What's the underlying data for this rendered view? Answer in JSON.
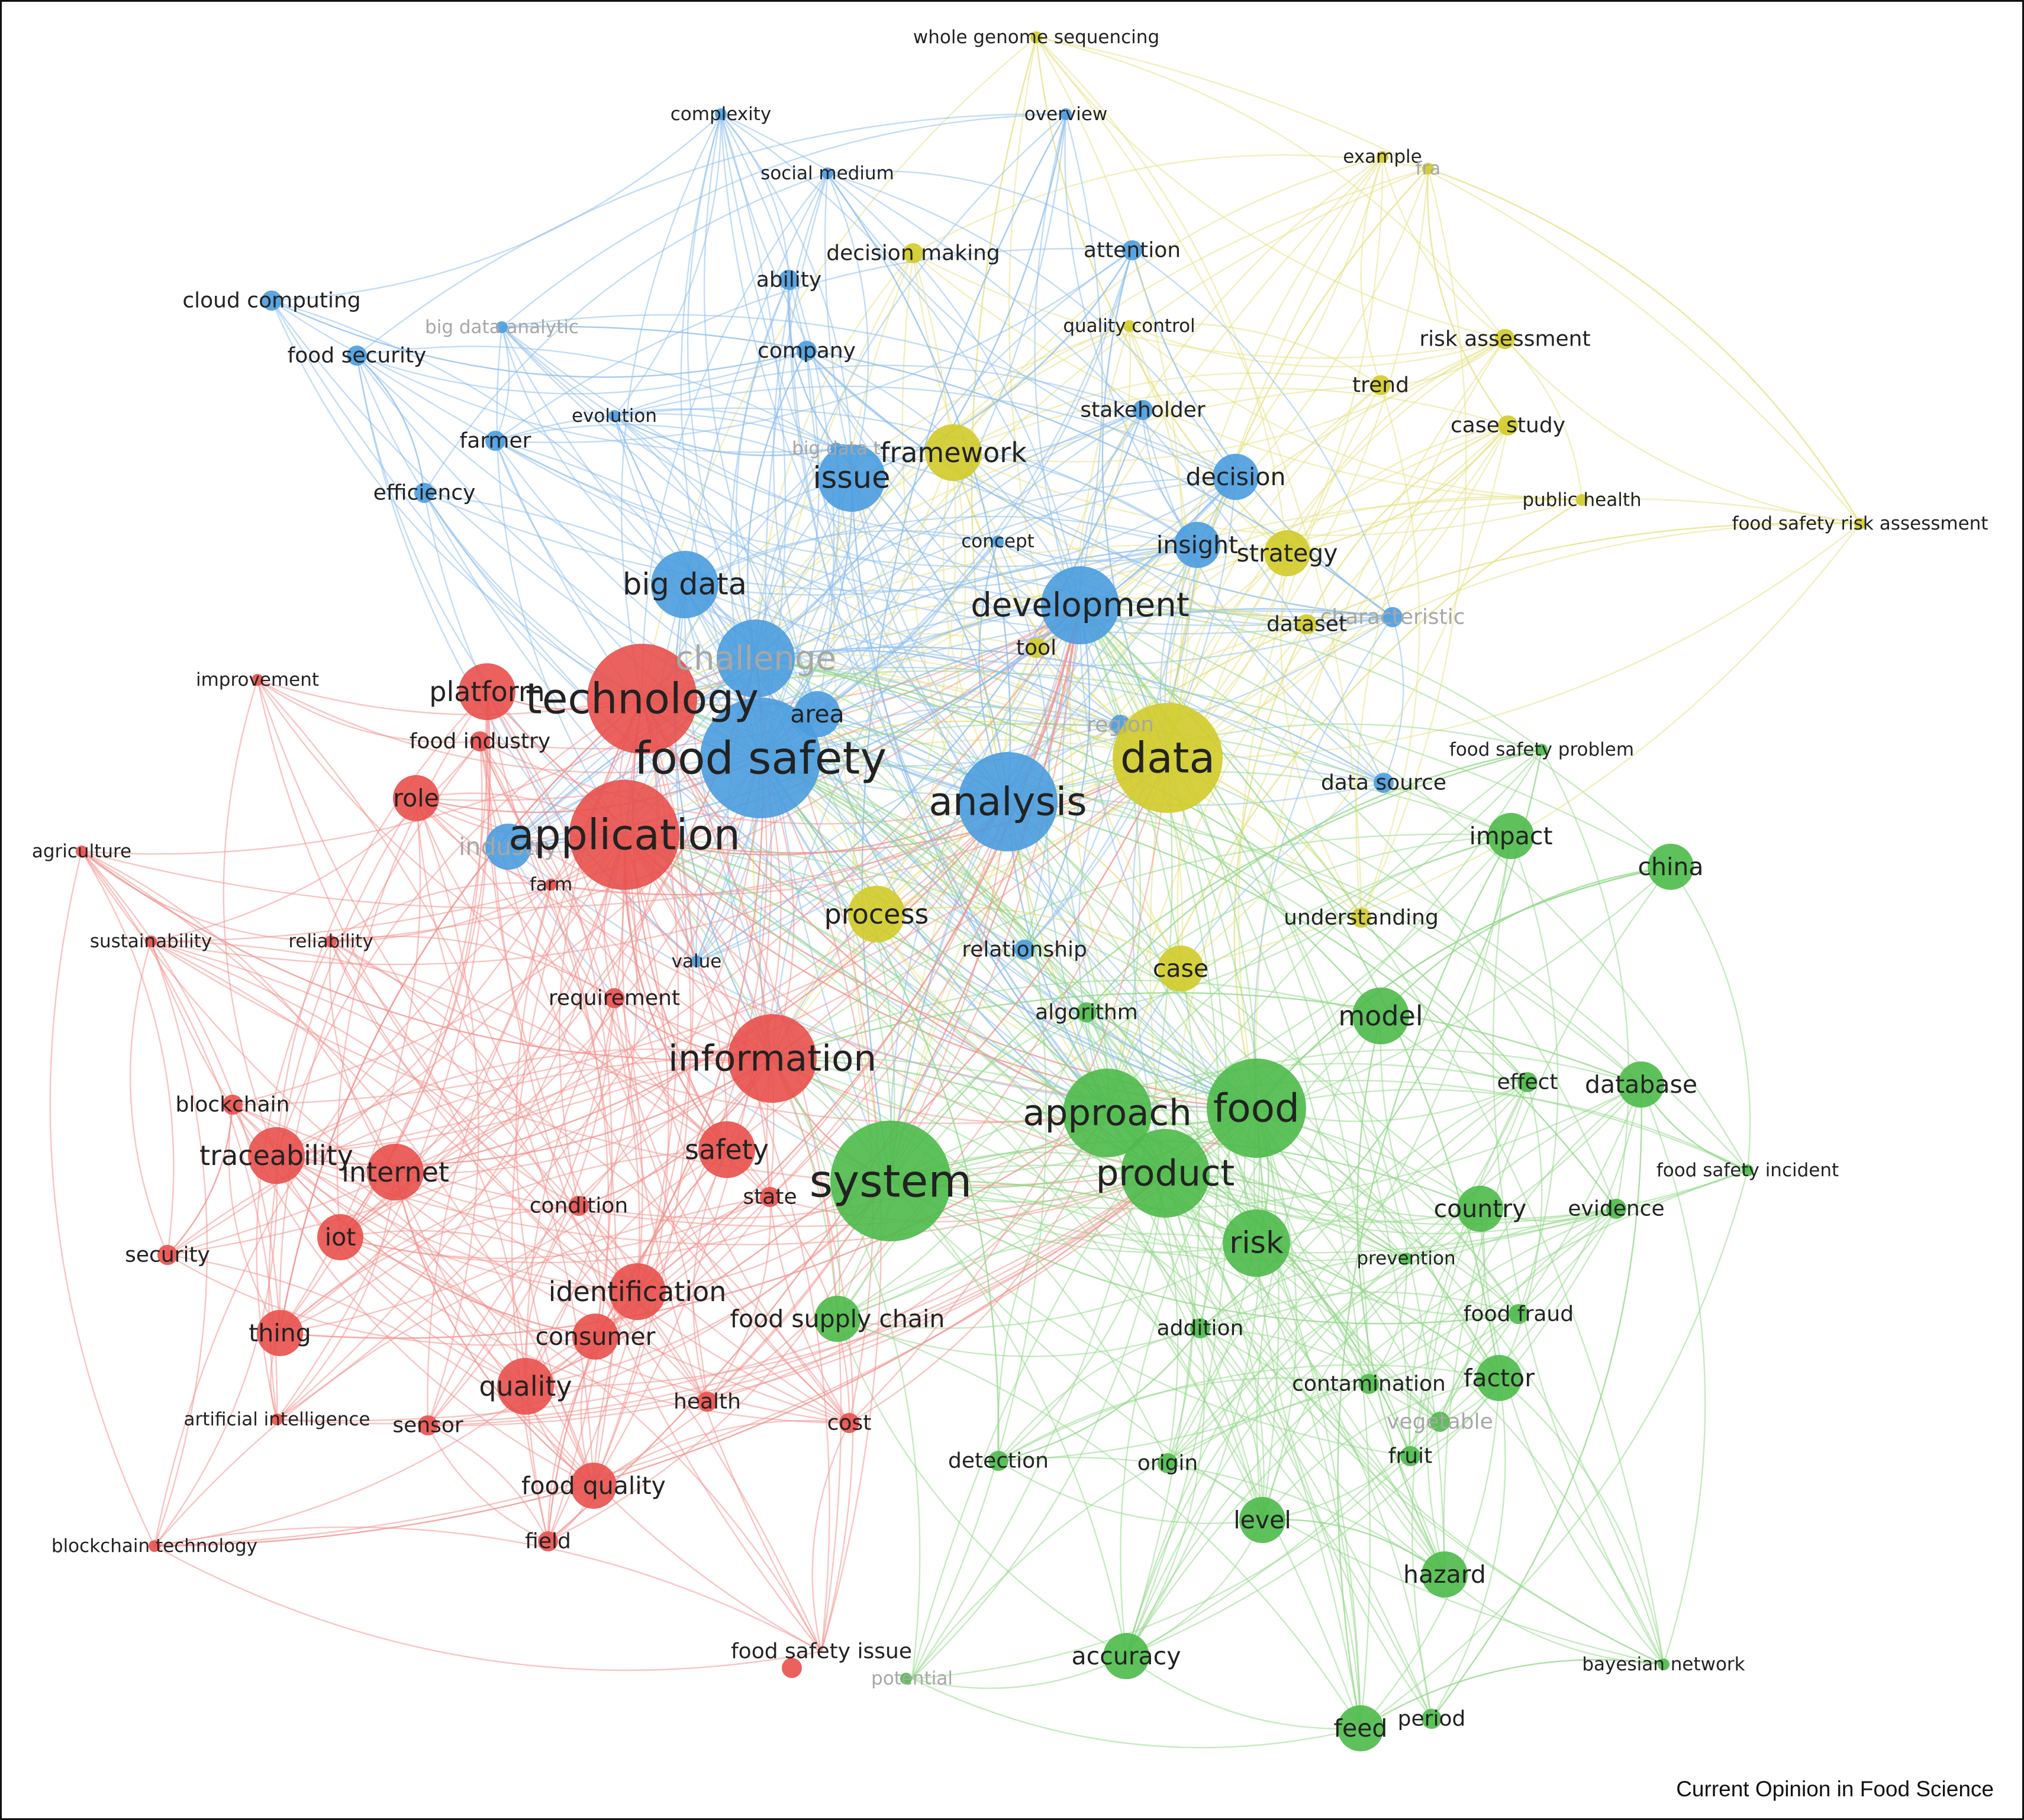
{
  "credit": "Current Opinion in Food Science",
  "clusters": {
    "red": "#e8504d",
    "blue": "#4a9cdf",
    "green": "#4cba4a",
    "yellow": "#d2cb2a"
  },
  "edge_colors": {
    "red": "#f2938f",
    "blue": "#8fc0ec",
    "green": "#95d88d",
    "yellow": "#e6e285"
  },
  "nodes": [
    {
      "id": "whole genome sequencing",
      "label": "whole genome sequencing",
      "cluster": "yellow",
      "weight": 1
    },
    {
      "id": "complexity",
      "label": "complexity",
      "cluster": "blue",
      "weight": 1
    },
    {
      "id": "overview",
      "label": "overview",
      "cluster": "blue",
      "weight": 1
    },
    {
      "id": "example",
      "label": "example",
      "cluster": "yellow",
      "weight": 1
    },
    {
      "id": "fra",
      "label": "fra",
      "cluster": "yellow",
      "weight": 1,
      "dim": true
    },
    {
      "id": "social medium",
      "label": "social medium",
      "cluster": "blue",
      "weight": 1
    },
    {
      "id": "decision making",
      "label": "decision making",
      "cluster": "yellow",
      "weight": 2
    },
    {
      "id": "attention",
      "label": "attention",
      "cluster": "blue",
      "weight": 2
    },
    {
      "id": "ability",
      "label": "ability",
      "cluster": "blue",
      "weight": 2
    },
    {
      "id": "cloud computing",
      "label": "cloud computing",
      "cluster": "blue",
      "weight": 2
    },
    {
      "id": "big data analytic",
      "label": "big data analytic",
      "cluster": "blue",
      "weight": 1,
      "dim": true
    },
    {
      "id": "quality control",
      "label": "quality control",
      "cluster": "yellow",
      "weight": 1
    },
    {
      "id": "risk assessment",
      "label": "risk assessment",
      "cluster": "yellow",
      "weight": 2
    },
    {
      "id": "food security",
      "label": "food security",
      "cluster": "blue",
      "weight": 2
    },
    {
      "id": "company",
      "label": "company",
      "cluster": "blue",
      "weight": 2
    },
    {
      "id": "trend",
      "label": "trend",
      "cluster": "yellow",
      "weight": 2
    },
    {
      "id": "evolution",
      "label": "evolution",
      "cluster": "blue",
      "weight": 1
    },
    {
      "id": "stakeholder",
      "label": "stakeholder",
      "cluster": "blue",
      "weight": 2
    },
    {
      "id": "case study",
      "label": "case study",
      "cluster": "yellow",
      "weight": 2
    },
    {
      "id": "farmer",
      "label": "farmer",
      "cluster": "blue",
      "weight": 2
    },
    {
      "id": "big data tech",
      "label": "big data t",
      "cluster": "blue",
      "weight": 1,
      "dim": true
    },
    {
      "id": "framework",
      "label": "framework",
      "cluster": "yellow",
      "weight": 4
    },
    {
      "id": "issue",
      "label": "issue",
      "cluster": "blue",
      "weight": 5
    },
    {
      "id": "decision",
      "label": "decision",
      "cluster": "blue",
      "weight": 3
    },
    {
      "id": "efficiency",
      "label": "efficiency",
      "cluster": "blue",
      "weight": 2
    },
    {
      "id": "public health",
      "label": "public health",
      "cluster": "yellow",
      "weight": 1
    },
    {
      "id": "food safety risk assessment",
      "label": "food safety risk assessment",
      "cluster": "yellow",
      "weight": 1
    },
    {
      "id": "concept",
      "label": "concept",
      "cluster": "blue",
      "weight": 1
    },
    {
      "id": "insight",
      "label": "insight",
      "cluster": "blue",
      "weight": 3
    },
    {
      "id": "strategy",
      "label": "strategy",
      "cluster": "yellow",
      "weight": 3
    },
    {
      "id": "big data",
      "label": "big data",
      "cluster": "blue",
      "weight": 5
    },
    {
      "id": "development",
      "label": "development",
      "cluster": "blue",
      "weight": 6
    },
    {
      "id": "characteristic",
      "label": "characteristic",
      "cluster": "blue",
      "weight": 2,
      "dim": true
    },
    {
      "id": "dataset",
      "label": "dataset",
      "cluster": "yellow",
      "weight": 2
    },
    {
      "id": "tool",
      "label": "tool",
      "cluster": "yellow",
      "weight": 2
    },
    {
      "id": "challenge",
      "label": "challenge",
      "cluster": "blue",
      "weight": 6,
      "dim": true
    },
    {
      "id": "improvement",
      "label": "improvement",
      "cluster": "red",
      "weight": 1
    },
    {
      "id": "platform",
      "label": "platform",
      "cluster": "red",
      "weight": 4
    },
    {
      "id": "technology",
      "label": "technology",
      "cluster": "red",
      "weight": 9
    },
    {
      "id": "area",
      "label": "area",
      "cluster": "blue",
      "weight": 3
    },
    {
      "id": "region",
      "label": "region",
      "cluster": "blue",
      "weight": 2,
      "dim": true
    },
    {
      "id": "food industry",
      "label": "food industry",
      "cluster": "red",
      "weight": 2
    },
    {
      "id": "food safety",
      "label": "food safety",
      "cluster": "blue",
      "weight": 10
    },
    {
      "id": "data",
      "label": "data",
      "cluster": "yellow",
      "weight": 9
    },
    {
      "id": "food safety problem",
      "label": "food safety problem",
      "cluster": "green",
      "weight": 1
    },
    {
      "id": "data source",
      "label": "data source",
      "cluster": "blue",
      "weight": 2
    },
    {
      "id": "role",
      "label": "role",
      "cluster": "red",
      "weight": 3
    },
    {
      "id": "analysis",
      "label": "analysis",
      "cluster": "blue",
      "weight": 8
    },
    {
      "id": "agriculture",
      "label": "agriculture",
      "cluster": "red",
      "weight": 1
    },
    {
      "id": "industry",
      "label": "industry",
      "cluster": "blue",
      "weight": 3,
      "dim": true
    },
    {
      "id": "application",
      "label": "application",
      "cluster": "red",
      "weight": 9
    },
    {
      "id": "impact",
      "label": "impact",
      "cluster": "green",
      "weight": 3
    },
    {
      "id": "china",
      "label": "china",
      "cluster": "green",
      "weight": 3
    },
    {
      "id": "farm",
      "label": "farm",
      "cluster": "red",
      "weight": 1
    },
    {
      "id": "process",
      "label": "process",
      "cluster": "yellow",
      "weight": 4
    },
    {
      "id": "sustainability",
      "label": "sustainability",
      "cluster": "red",
      "weight": 1
    },
    {
      "id": "reliability",
      "label": "reliability",
      "cluster": "red",
      "weight": 1
    },
    {
      "id": "understanding",
      "label": "understanding",
      "cluster": "yellow",
      "weight": 2
    },
    {
      "id": "relationship",
      "label": "relationship",
      "cluster": "blue",
      "weight": 2
    },
    {
      "id": "value",
      "label": "value",
      "cluster": "blue",
      "weight": 1
    },
    {
      "id": "case",
      "label": "case",
      "cluster": "yellow",
      "weight": 3
    },
    {
      "id": "requirement",
      "label": "requirement",
      "cluster": "red",
      "weight": 2
    },
    {
      "id": "algorithm",
      "label": "algorithm",
      "cluster": "green",
      "weight": 2
    },
    {
      "id": "model",
      "label": "model",
      "cluster": "green",
      "weight": 4
    },
    {
      "id": "information",
      "label": "information",
      "cluster": "red",
      "weight": 7
    },
    {
      "id": "effect",
      "label": "effect",
      "cluster": "green",
      "weight": 2
    },
    {
      "id": "database",
      "label": "database",
      "cluster": "green",
      "weight": 3
    },
    {
      "id": "approach",
      "label": "approach",
      "cluster": "green",
      "weight": 7
    },
    {
      "id": "food",
      "label": "food",
      "cluster": "green",
      "weight": 8
    },
    {
      "id": "blockchain",
      "label": "blockchain",
      "cluster": "red",
      "weight": 2
    },
    {
      "id": "traceability",
      "label": "traceability",
      "cluster": "red",
      "weight": 4
    },
    {
      "id": "internet",
      "label": "internet",
      "cluster": "red",
      "weight": 4
    },
    {
      "id": "safety",
      "label": "safety",
      "cluster": "red",
      "weight": 4
    },
    {
      "id": "system",
      "label": "system",
      "cluster": "green",
      "weight": 10
    },
    {
      "id": "product",
      "label": "product",
      "cluster": "green",
      "weight": 7
    },
    {
      "id": "food safety incident",
      "label": "food safety incident",
      "cluster": "green",
      "weight": 1
    },
    {
      "id": "condition",
      "label": "condition",
      "cluster": "red",
      "weight": 2
    },
    {
      "id": "state",
      "label": "state",
      "cluster": "red",
      "weight": 2
    },
    {
      "id": "country",
      "label": "country",
      "cluster": "green",
      "weight": 3
    },
    {
      "id": "evidence",
      "label": "evidence",
      "cluster": "green",
      "weight": 2
    },
    {
      "id": "iot",
      "label": "iot",
      "cluster": "red",
      "weight": 3
    },
    {
      "id": "security",
      "label": "security",
      "cluster": "red",
      "weight": 2
    },
    {
      "id": "risk",
      "label": "risk",
      "cluster": "green",
      "weight": 5
    },
    {
      "id": "prevention",
      "label": "prevention",
      "cluster": "green",
      "weight": 1
    },
    {
      "id": "identification",
      "label": "identification",
      "cluster": "red",
      "weight": 4
    },
    {
      "id": "food fraud",
      "label": "food fraud",
      "cluster": "green",
      "weight": 2
    },
    {
      "id": "food supply chain",
      "label": "food supply chain",
      "cluster": "green",
      "weight": 3
    },
    {
      "id": "thing",
      "label": "thing",
      "cluster": "red",
      "weight": 3
    },
    {
      "id": "consumer",
      "label": "consumer",
      "cluster": "red",
      "weight": 3
    },
    {
      "id": "addition",
      "label": "addition",
      "cluster": "green",
      "weight": 2
    },
    {
      "id": "contamination",
      "label": "contamination",
      "cluster": "green",
      "weight": 2
    },
    {
      "id": "factor",
      "label": "factor",
      "cluster": "green",
      "weight": 3
    },
    {
      "id": "quality",
      "label": "quality",
      "cluster": "red",
      "weight": 4
    },
    {
      "id": "health",
      "label": "health",
      "cluster": "red",
      "weight": 2
    },
    {
      "id": "cost",
      "label": "cost",
      "cluster": "red",
      "weight": 2
    },
    {
      "id": "vegetable",
      "label": "vegetable",
      "cluster": "green",
      "weight": 2,
      "dim": true
    },
    {
      "id": "artificial intelligence",
      "label": "artificial intelligence",
      "cluster": "red",
      "weight": 1
    },
    {
      "id": "sensor",
      "label": "sensor",
      "cluster": "red",
      "weight": 2
    },
    {
      "id": "fruit",
      "label": "fruit",
      "cluster": "green",
      "weight": 2
    },
    {
      "id": "detection",
      "label": "detection",
      "cluster": "green",
      "weight": 2
    },
    {
      "id": "origin",
      "label": "origin",
      "cluster": "green",
      "weight": 2
    },
    {
      "id": "food quality",
      "label": "food quality",
      "cluster": "red",
      "weight": 3
    },
    {
      "id": "level",
      "label": "level",
      "cluster": "green",
      "weight": 3
    },
    {
      "id": "field",
      "label": "field",
      "cluster": "red",
      "weight": 2
    },
    {
      "id": "blockchain technology",
      "label": "blockchain technology",
      "cluster": "red",
      "weight": 1
    },
    {
      "id": "hazard",
      "label": "hazard",
      "cluster": "green",
      "weight": 3
    },
    {
      "id": "food safety issue",
      "label": "food safety issue",
      "cluster": "red",
      "weight": 2
    },
    {
      "id": "potential",
      "label": "potential",
      "cluster": "green",
      "weight": 1,
      "dim": true
    },
    {
      "id": "accuracy",
      "label": "accuracy",
      "cluster": "green",
      "weight": 3
    },
    {
      "id": "bayesian network",
      "label": "bayesian network",
      "cluster": "green",
      "weight": 1
    },
    {
      "id": "feed",
      "label": "feed",
      "cluster": "green",
      "weight": 3
    },
    {
      "id": "period",
      "label": "period",
      "cluster": "green",
      "weight": 2
    }
  ]
}
